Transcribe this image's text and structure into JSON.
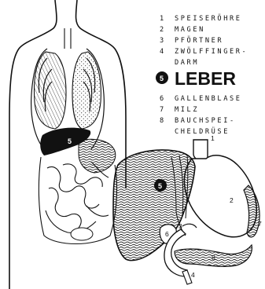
{
  "legend": {
    "items": [
      {
        "num": "1",
        "label": "SPEISERÖHRE"
      },
      {
        "num": "2",
        "label": "MAGEN"
      },
      {
        "num": "3",
        "label": "PFÖRTNER"
      },
      {
        "num": "4",
        "label": "ZWÖLFFINGER-"
      },
      {
        "num": "",
        "label": "DARM"
      },
      {
        "num": "6",
        "label": "GALLENBLASE"
      },
      {
        "num": "7",
        "label": "MILZ"
      },
      {
        "num": "8",
        "label": "BAUCHSPEI-"
      },
      {
        "num": "",
        "label": "CHELDRÜSE"
      }
    ],
    "highlight": {
      "num": "5",
      "label": "LEBER"
    }
  },
  "markers": {
    "torso_liver": "5",
    "detail_liver": "5"
  },
  "organ_labels": {
    "esophagus": "1",
    "stomach": "2",
    "pylorus": "3",
    "duodenum": "4",
    "gallbladder": "6",
    "spleen": "7",
    "pancreas": "8"
  },
  "colors": {
    "ink": "#111111",
    "paper": "#ffffff"
  }
}
